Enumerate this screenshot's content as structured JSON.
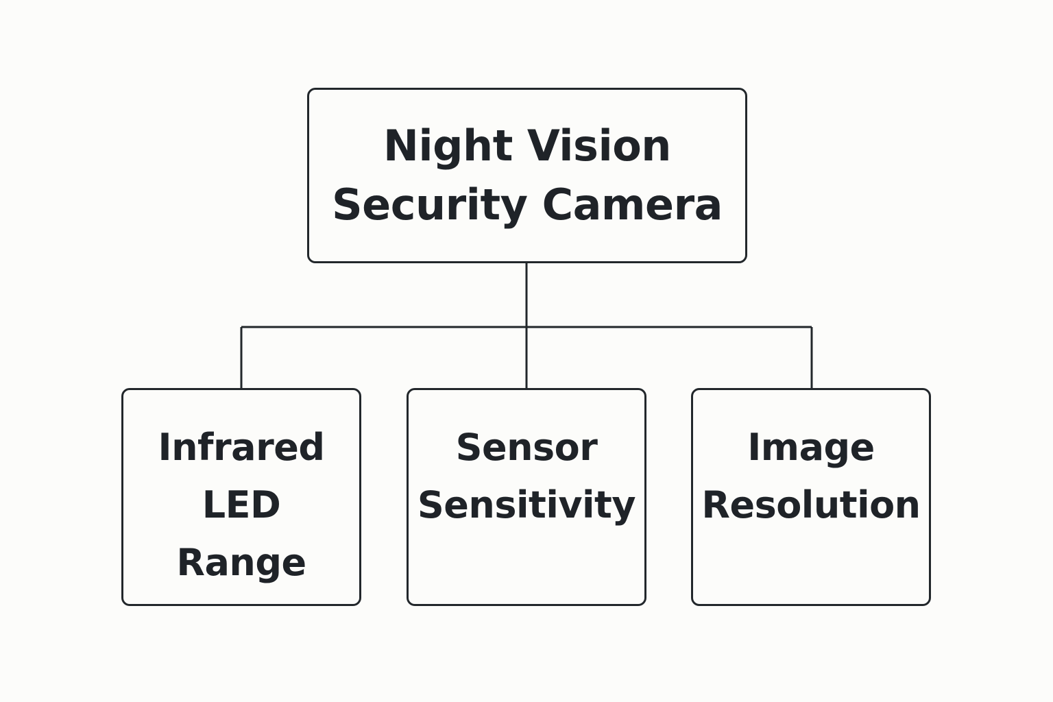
{
  "diagram": {
    "root": {
      "label": "Night Vision\nSecurity Camera"
    },
    "children": [
      {
        "label": "Infrared\nLED\nRange"
      },
      {
        "label": "Sensor\nSensitivity"
      },
      {
        "label": "Image\nResolution"
      }
    ],
    "colors": {
      "background": "#fcfcfa",
      "stroke": "#22272b",
      "text": "#1f2328"
    }
  }
}
